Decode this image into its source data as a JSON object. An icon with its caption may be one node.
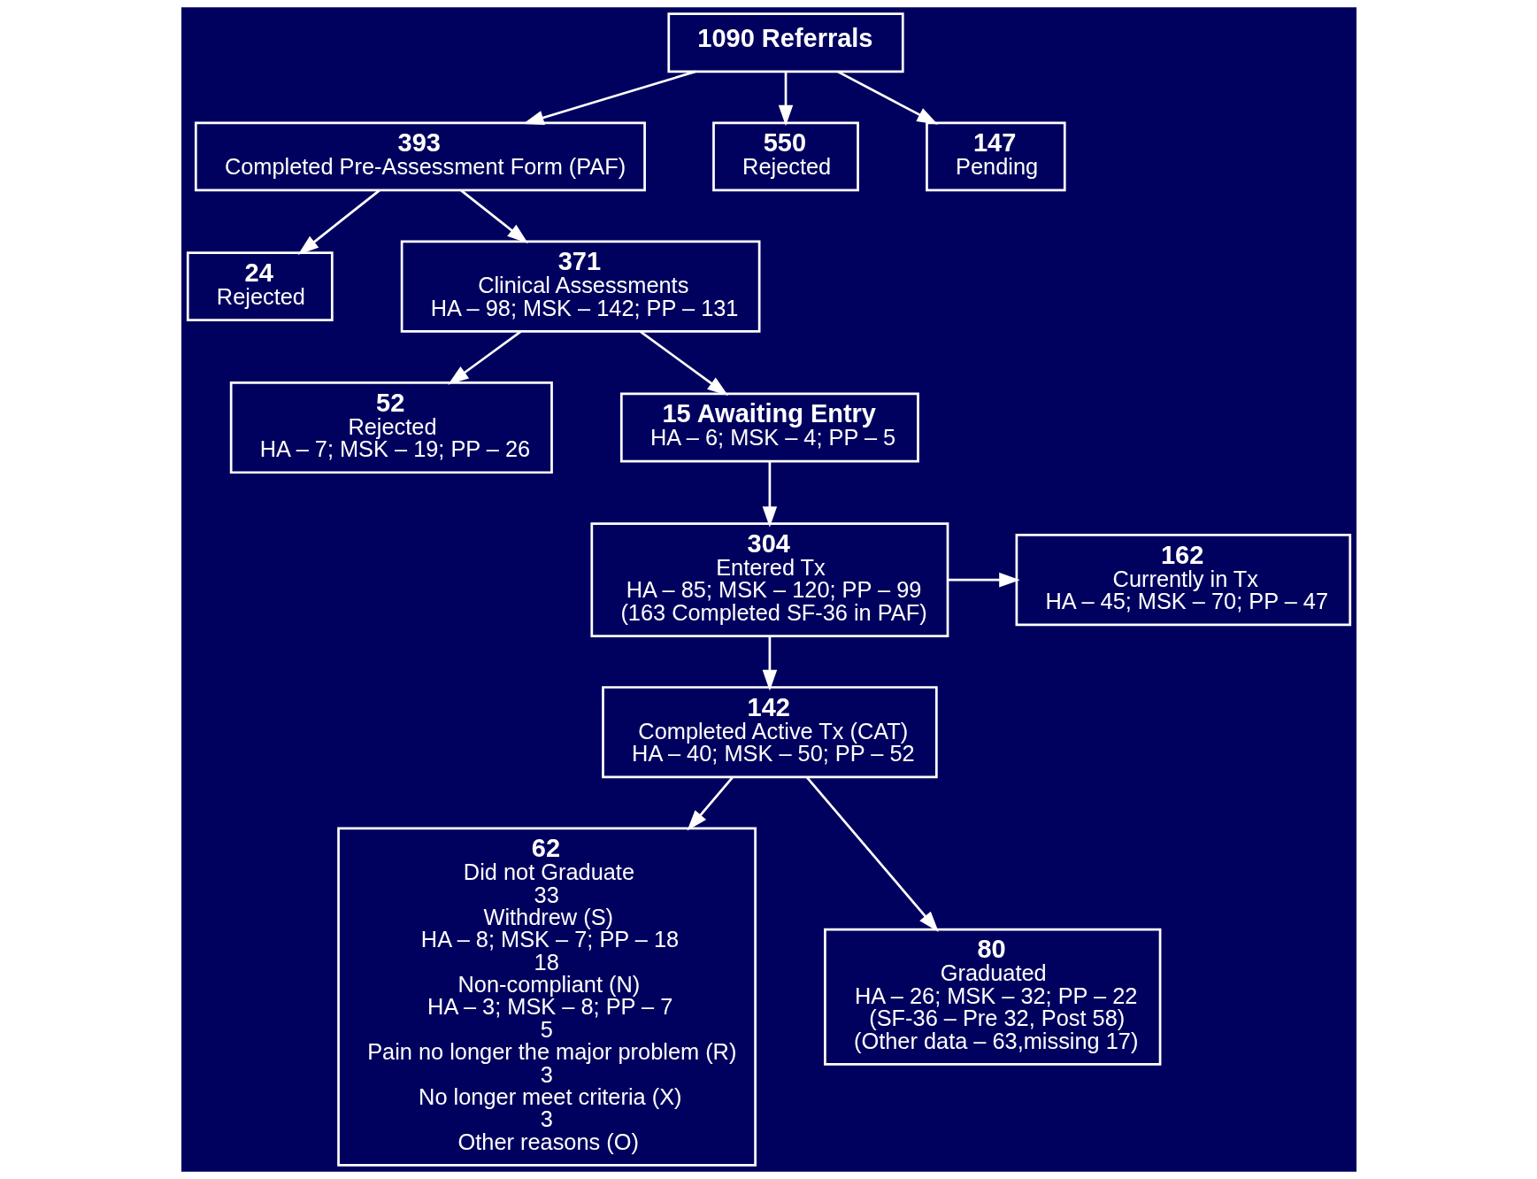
{
  "diagram": {
    "nodes": [
      {
        "text": [
          "1090 Referrals"
        ]
      },
      {
        "text": [
          "393",
          "Completed Pre-Assessment Form (PAF)"
        ]
      },
      {
        "text": [
          "550",
          "Rejected"
        ]
      },
      {
        "text": [
          "147",
          "Pending"
        ]
      },
      {
        "text": [
          "24",
          "Rejected"
        ]
      },
      {
        "text": [
          "371",
          "Clinical Assessments",
          "HA – 98; MSK – 142; PP – 131"
        ]
      },
      {
        "text": [
          "52",
          "Rejected",
          "HA – 7; MSK – 19; PP – 26"
        ]
      },
      {
        "text": [
          "15 Awaiting Entry",
          "HA – 6; MSK – 4; PP – 5"
        ]
      },
      {
        "text": [
          "304",
          "Entered Tx",
          "HA – 85; MSK – 120; PP – 99",
          "(163 Completed SF-36 in PAF)"
        ]
      },
      {
        "text": [
          "162",
          "Currently in Tx",
          "HA – 45; MSK – 70; PP – 47"
        ]
      },
      {
        "text": [
          "142",
          "Completed Active Tx (CAT)",
          "HA – 40; MSK – 50; PP – 52"
        ]
      },
      {
        "text": [
          "62",
          "Did not Graduate",
          "33",
          "Withdrew (S)",
          "HA – 8; MSK – 7; PP – 18",
          "18",
          "Non-compliant (N)",
          "HA – 3; MSK – 8; PP – 7",
          "5",
          "Pain no longer the major problem (R)",
          "3",
          "No longer meet criteria (X)",
          "3",
          "Other reasons (O)"
        ]
      },
      {
        "text": [
          "80",
          "Graduated",
          "HA – 26; MSK – 32; PP – 22",
          "(SF-36 – Pre 32, Post 58)",
          "(Other data – 63,missing 17)"
        ]
      }
    ],
    "edges": [
      {
        "from": 0,
        "to": 1,
        "arrow": "to"
      },
      {
        "from": 0,
        "to": 2,
        "arrow": "to"
      },
      {
        "from": 0,
        "to": 3,
        "arrow": "to"
      },
      {
        "from": 1,
        "to": 4,
        "arrow": "to"
      },
      {
        "from": 1,
        "to": 5,
        "arrow": "to"
      },
      {
        "from": 5,
        "to": 6,
        "arrow": "to"
      },
      {
        "from": 5,
        "to": 7,
        "arrow": "to"
      },
      {
        "from": 7,
        "to": 8,
        "arrow": "to"
      },
      {
        "from": 8,
        "to": 9,
        "arrow": "to"
      },
      {
        "from": 8,
        "to": 10,
        "arrow": "to"
      },
      {
        "from": 10,
        "to": 11,
        "arrow": "to"
      },
      {
        "from": 10,
        "to": 12,
        "arrow": "to"
      }
    ]
  }
}
